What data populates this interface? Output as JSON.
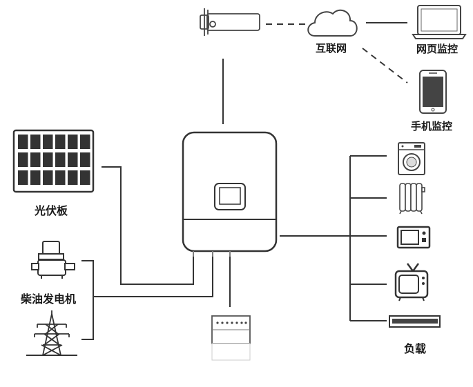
{
  "labels": {
    "internet": "互联网",
    "web_monitor": "网页监控",
    "phone_monitor": "手机监控",
    "solar_panel": "光伏板",
    "diesel_generator": "柴油发电机",
    "load": "负载"
  },
  "colors": {
    "line": "#333333",
    "device_stroke": "#444444",
    "fill_dark": "#333333",
    "background": "#ffffff"
  }
}
